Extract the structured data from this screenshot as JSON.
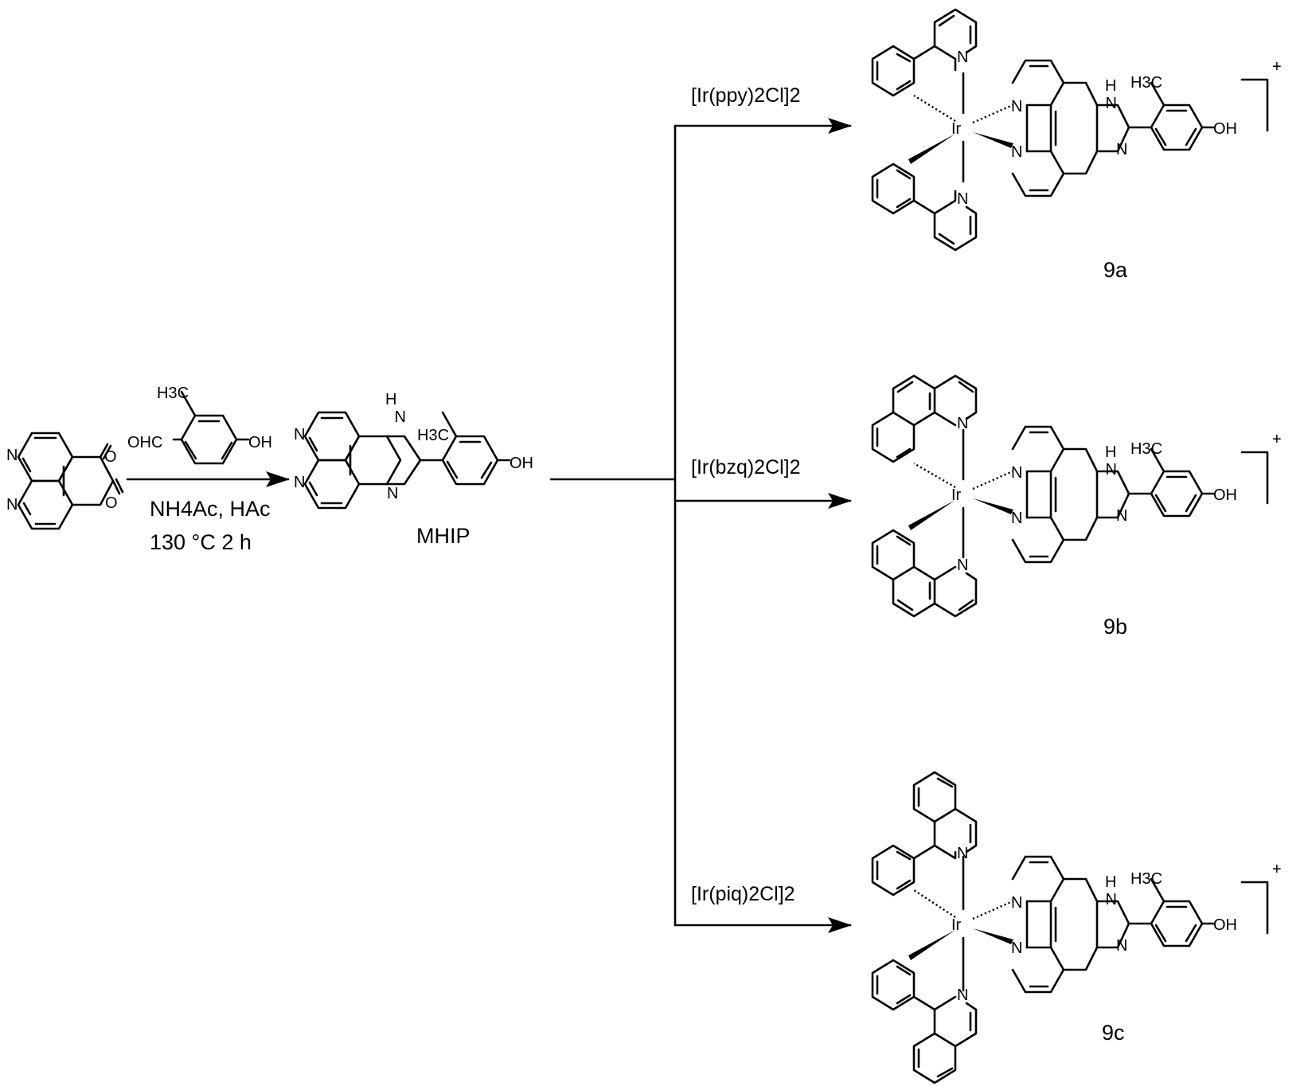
{
  "atoms": {
    "N": "N",
    "O": "O",
    "NH_H": "H",
    "OH": "OH",
    "OHC": "OHC",
    "H3C": "H3C",
    "Ir": "Ir",
    "charge": "+"
  },
  "step1": {
    "conditions_line1": "NH4Ac, HAc",
    "conditions_line2": "130 °C 2 h"
  },
  "intermediate": {
    "name": "MHIP"
  },
  "reagents": [
    {
      "id": "a",
      "label": "[Ir(ppy)2Cl]2"
    },
    {
      "id": "b",
      "label": "[Ir(bzq)2Cl]2"
    },
    {
      "id": "c",
      "label": "[Ir(piq)2Cl]2"
    }
  ],
  "products": [
    {
      "id": "9a",
      "label": "9a"
    },
    {
      "id": "9b",
      "label": "9b"
    },
    {
      "id": "9c",
      "label": "9c"
    }
  ]
}
